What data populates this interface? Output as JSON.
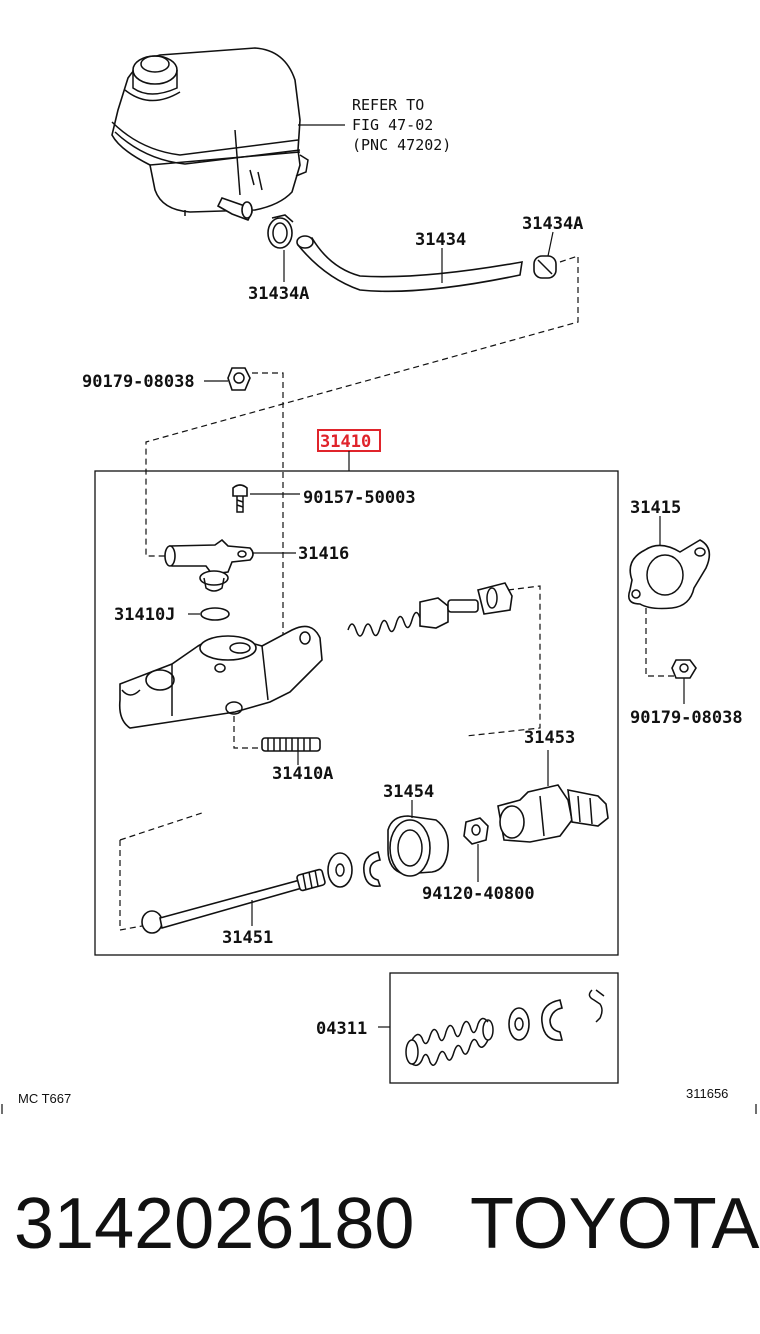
{
  "reference_note": [
    "REFER TO",
    "FIG 47-02",
    "(PNC 47202)"
  ],
  "highlight_color": "#e0242b",
  "labels": {
    "reservoir_clamp_top_right": "31434A",
    "hose": "31434",
    "reservoir_clamp_left": "31434A",
    "nut_top": "90179-08038",
    "assembly": "31410",
    "screw": "90157-50003",
    "union": "31416",
    "oring": "31410J",
    "gasket": "31415",
    "nut_right": "90179-08038",
    "stud": "31410A",
    "pushrod_clevis": "31453",
    "boot": "31454",
    "locknut": "94120-40800",
    "pushrod": "31451",
    "kit": "04311"
  },
  "corner_codes": {
    "left": "MC T667",
    "right": "311656"
  },
  "footer": {
    "part_number": "3142026180",
    "brand": "TOYOTA"
  }
}
